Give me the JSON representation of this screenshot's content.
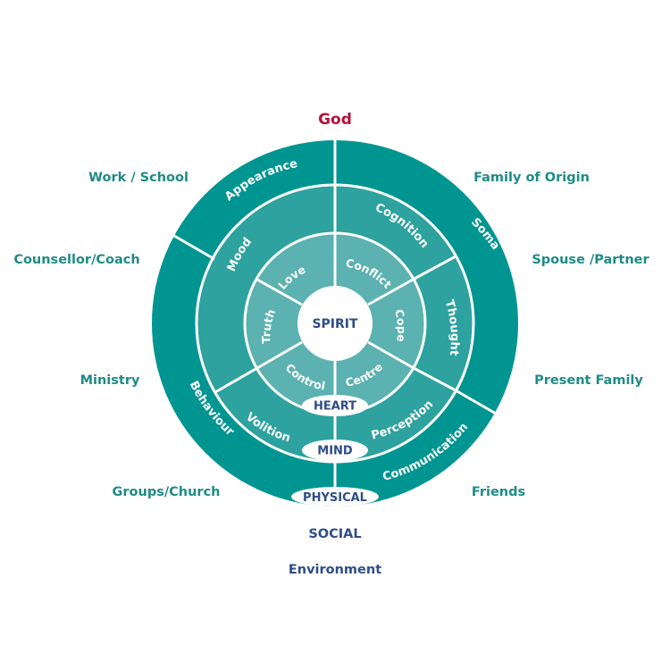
{
  "colors": {
    "physical_ring": "#009591",
    "mind_ring": "#2da29e",
    "heart_ring": "#5bb2b0",
    "divider": "#ffffff",
    "outer_text": "#1f8b87",
    "god_text": "#b8103a",
    "navy_text": "#2f4d86"
  },
  "top_label": "God",
  "outer_labels": {
    "work_school": "Work / School",
    "family_of_origin": "Family of Origin",
    "counsellor_coach": "Counsellor/Coach",
    "spouse_partner": "Spouse /Partner",
    "ministry": "Ministry",
    "present_family": "Present Family",
    "groups_church": "Groups/Church",
    "friends": "Friends"
  },
  "bottom_labels": {
    "social": "SOCIAL",
    "environment": "Environment"
  },
  "physical_ring": {
    "label": "PHYSICAL",
    "segments": {
      "appearance": "Appearance",
      "soma": "Soma",
      "behaviour": "Behaviour",
      "communication": "Communication"
    }
  },
  "mind_ring": {
    "label": "MIND",
    "segments": {
      "mood": "Mood",
      "cognition": "Cognition",
      "thought": "Thought",
      "perception": "Perception",
      "volition": "Volition"
    }
  },
  "heart_ring": {
    "label": "HEART",
    "segments": {
      "love": "Love",
      "conflict": "Conflict",
      "cope": "Cope",
      "centre": "Centre",
      "control": "Control",
      "truth": "Truth"
    }
  },
  "center_label": "SPIRIT"
}
